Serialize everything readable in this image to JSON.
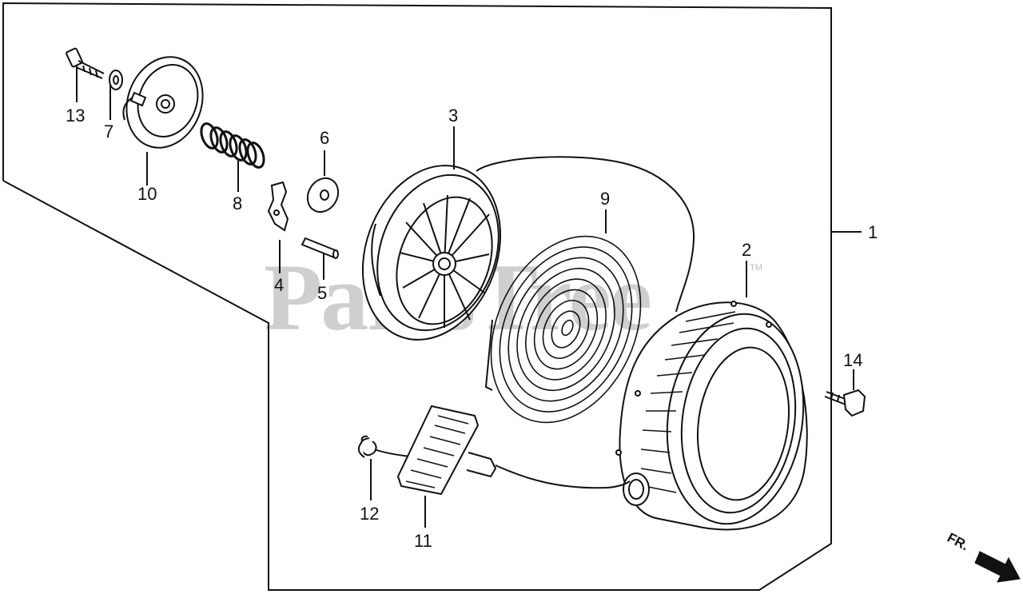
{
  "watermark": {
    "text": "PartsTree",
    "trademark": "TM"
  },
  "callouts": [
    {
      "id": "1",
      "text": "1"
    },
    {
      "id": "2",
      "text": "2"
    },
    {
      "id": "3",
      "text": "3"
    },
    {
      "id": "4",
      "text": "4"
    },
    {
      "id": "5",
      "text": "5"
    },
    {
      "id": "6",
      "text": "6"
    },
    {
      "id": "7",
      "text": "7"
    },
    {
      "id": "8",
      "text": "8"
    },
    {
      "id": "9",
      "text": "9"
    },
    {
      "id": "10",
      "text": "10"
    },
    {
      "id": "11",
      "text": "11"
    },
    {
      "id": "12",
      "text": "12"
    },
    {
      "id": "13",
      "text": "13"
    },
    {
      "id": "14",
      "text": "14"
    }
  ],
  "direction": {
    "label": "FR."
  }
}
